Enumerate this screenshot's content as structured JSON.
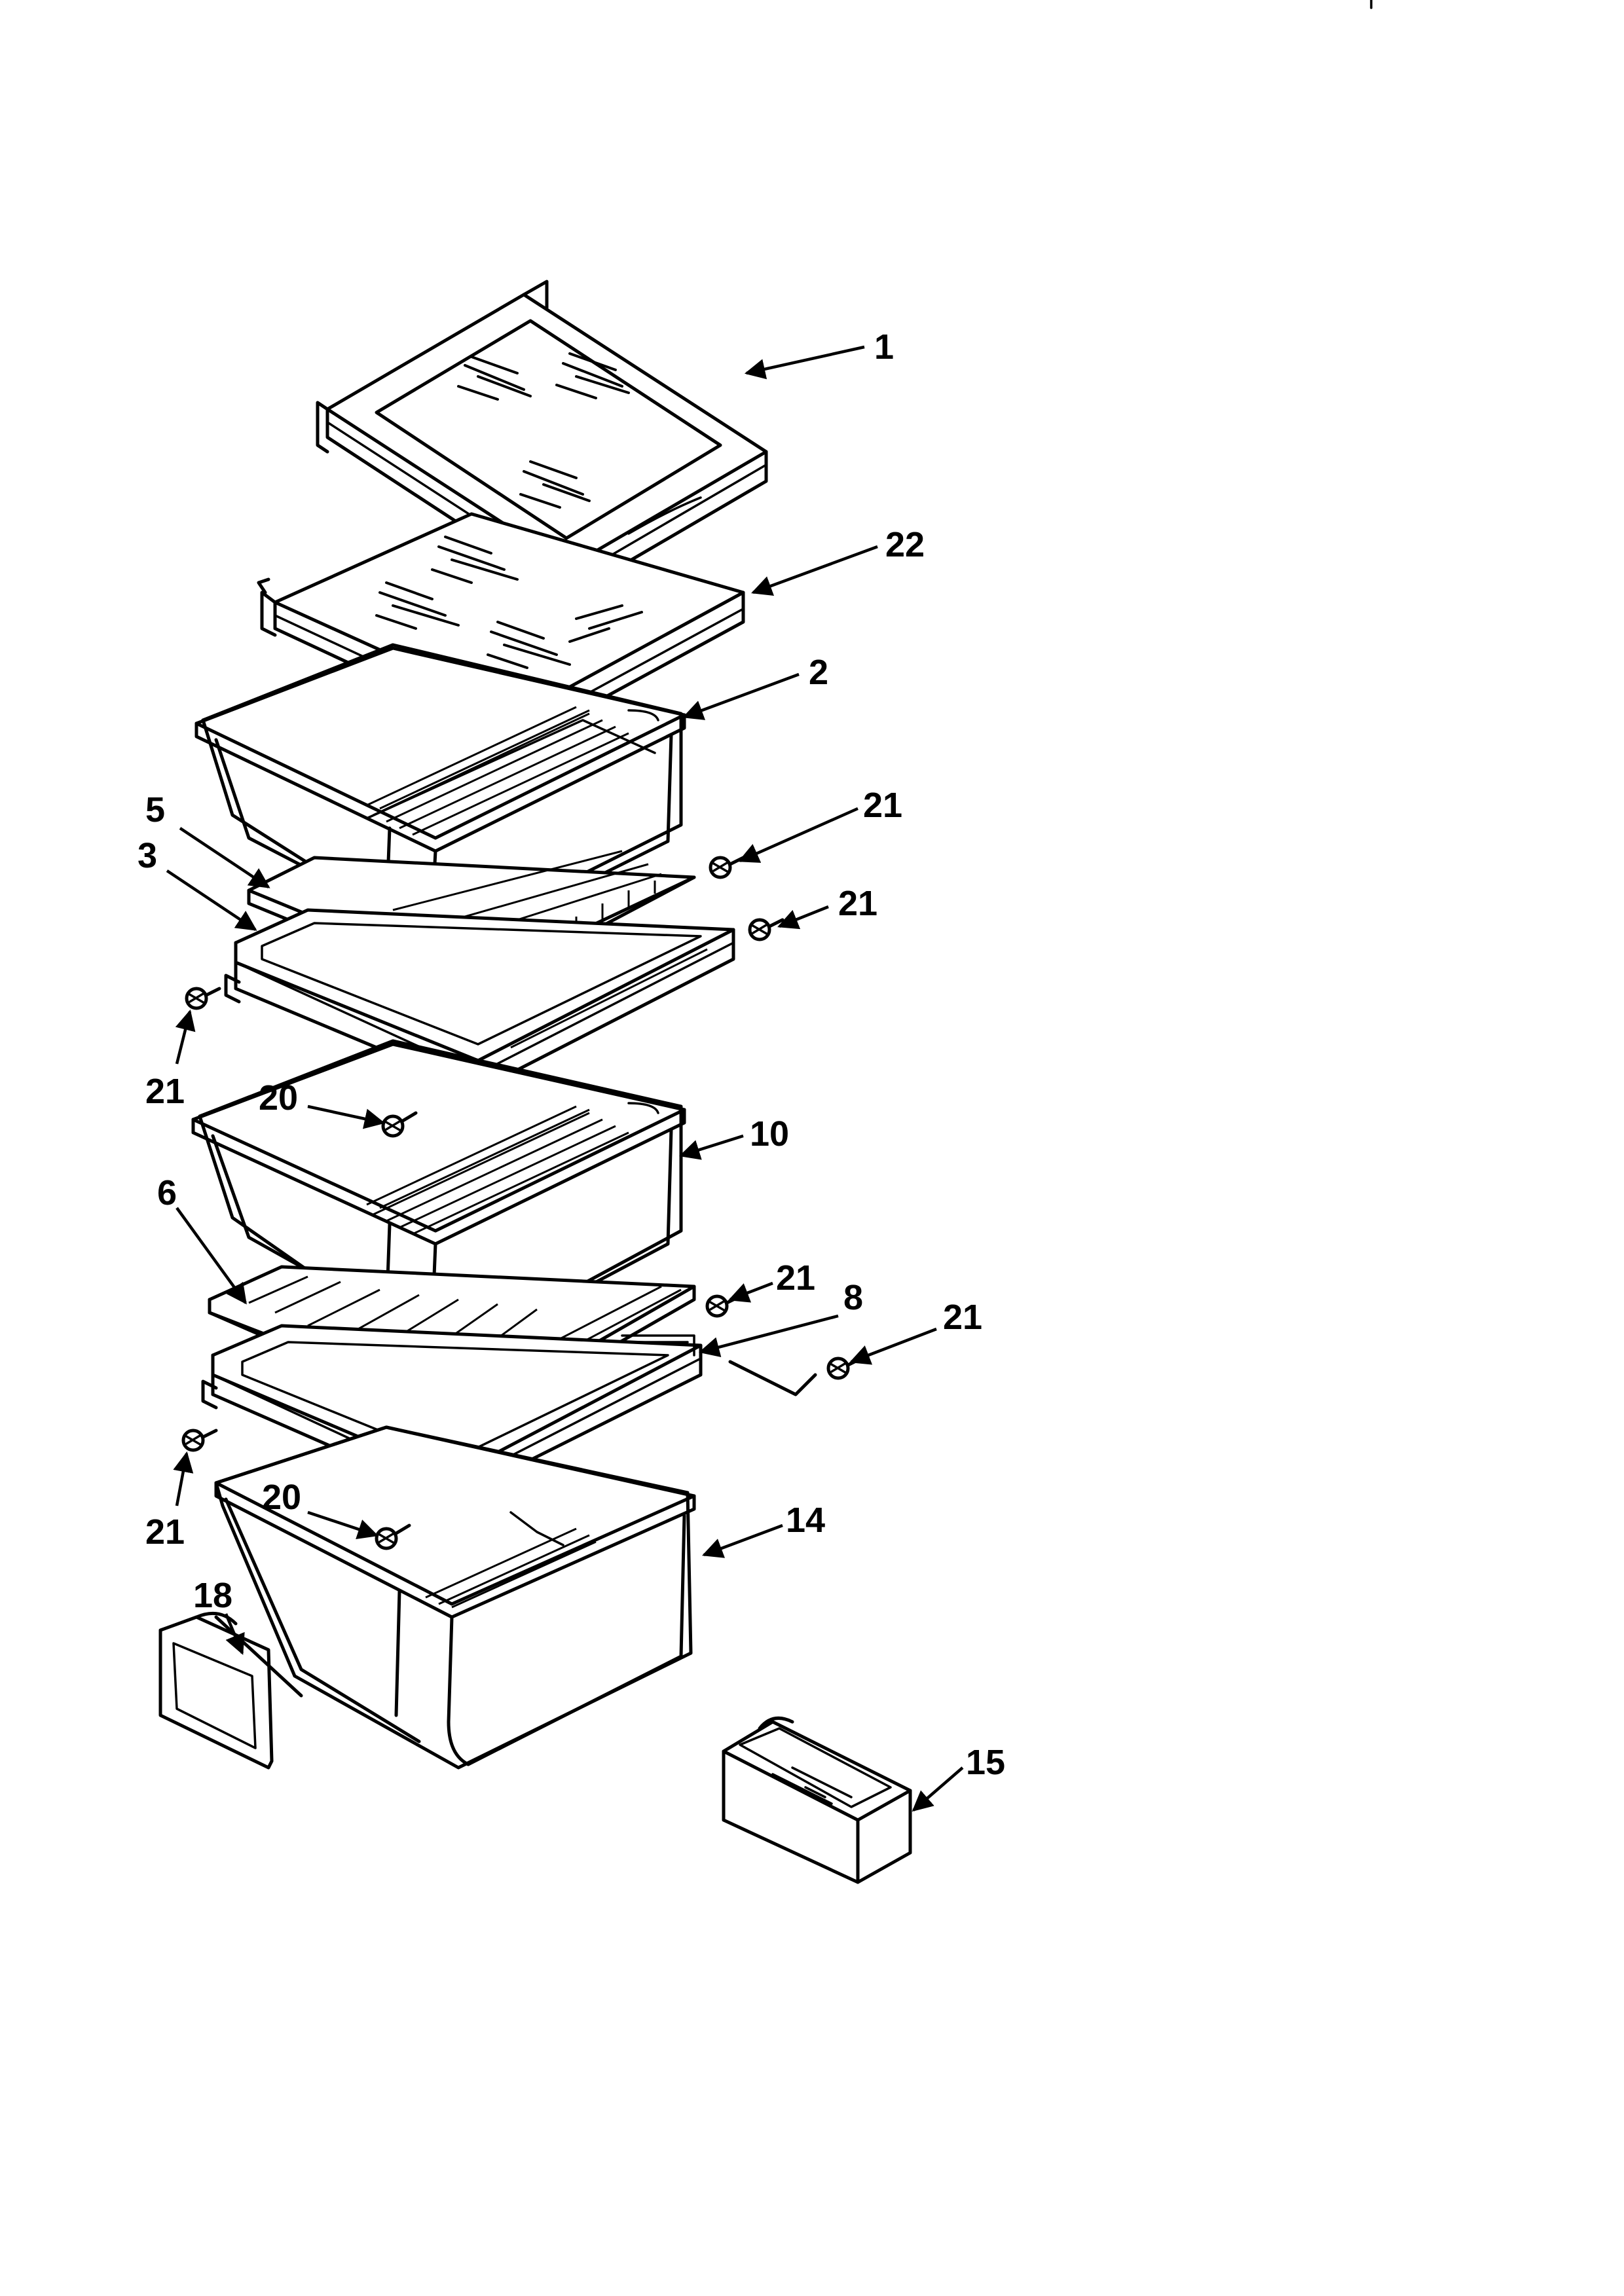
{
  "diagram": {
    "callouts": [
      {
        "id": "c1",
        "label": "1"
      },
      {
        "id": "c22",
        "label": "22"
      },
      {
        "id": "c2",
        "label": "2"
      },
      {
        "id": "c21a",
        "label": "21"
      },
      {
        "id": "c5",
        "label": "5"
      },
      {
        "id": "c3",
        "label": "3"
      },
      {
        "id": "c21b",
        "label": "21"
      },
      {
        "id": "c21c",
        "label": "21"
      },
      {
        "id": "c20a",
        "label": "20"
      },
      {
        "id": "c10",
        "label": "10"
      },
      {
        "id": "c6",
        "label": "6"
      },
      {
        "id": "c21d",
        "label": "21"
      },
      {
        "id": "c8",
        "label": "8"
      },
      {
        "id": "c21e",
        "label": "21"
      },
      {
        "id": "c21f",
        "label": "21"
      },
      {
        "id": "c20b",
        "label": "20"
      },
      {
        "id": "c14",
        "label": "14"
      },
      {
        "id": "c18",
        "label": "18"
      },
      {
        "id": "c15",
        "label": "15"
      }
    ]
  }
}
